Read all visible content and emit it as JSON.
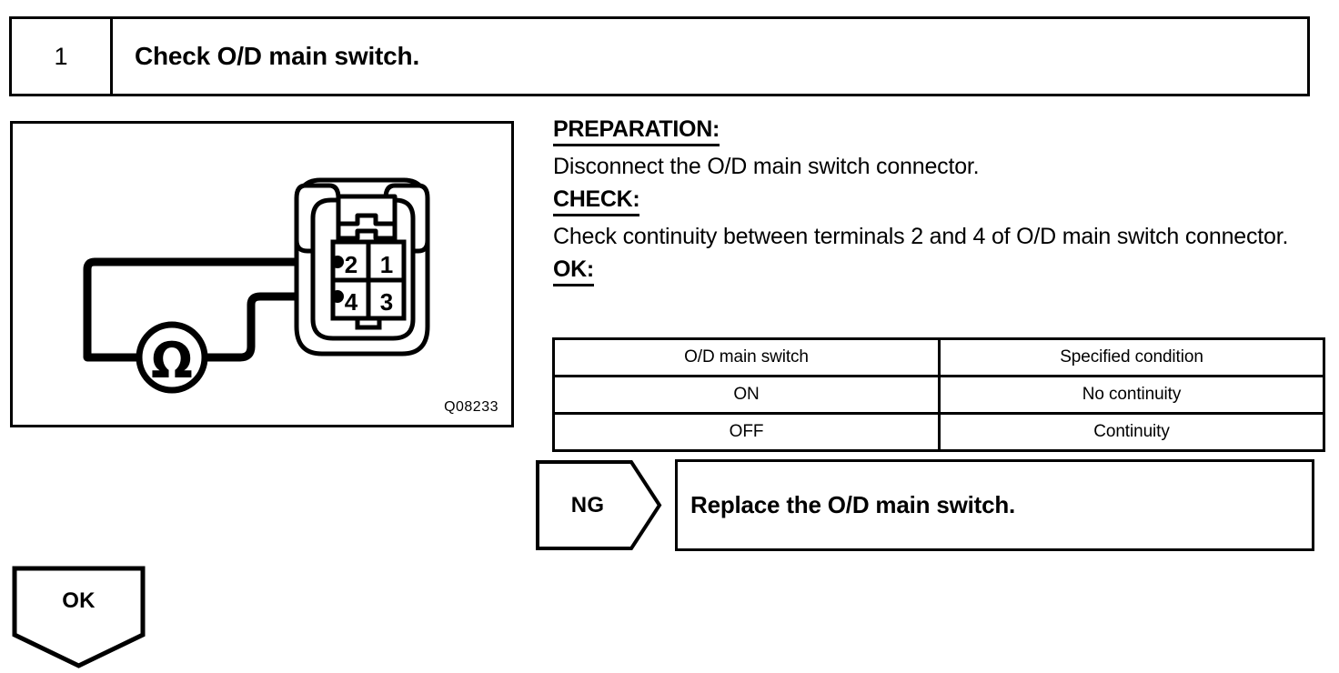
{
  "step": {
    "number": "1",
    "title": "Check O/D main switch."
  },
  "illustration": {
    "figure_code": "Q08233",
    "meter_symbol": "Ω",
    "connector_terminals": [
      {
        "label": "2",
        "probed": true
      },
      {
        "label": "1",
        "probed": false
      },
      {
        "label": "4",
        "probed": true
      },
      {
        "label": "3",
        "probed": false
      }
    ]
  },
  "instructions": {
    "preparation_heading": "PREPARATION:",
    "preparation_text": "Disconnect the O/D main switch connector.",
    "check_heading": "CHECK:",
    "check_text": "Check continuity between terminals 2 and 4 of O/D main switch connector.",
    "ok_heading": "OK:"
  },
  "spec_table": {
    "headers": [
      "O/D main switch",
      "Specified condition"
    ],
    "rows": [
      [
        "ON",
        "No continuity"
      ],
      [
        "OFF",
        "Continuity"
      ]
    ]
  },
  "ng_branch": {
    "label": "NG",
    "action": "Replace the O/D main switch."
  },
  "ok_branch": {
    "label": "OK"
  },
  "colors": {
    "ink": "#000000",
    "paper": "#ffffff"
  }
}
